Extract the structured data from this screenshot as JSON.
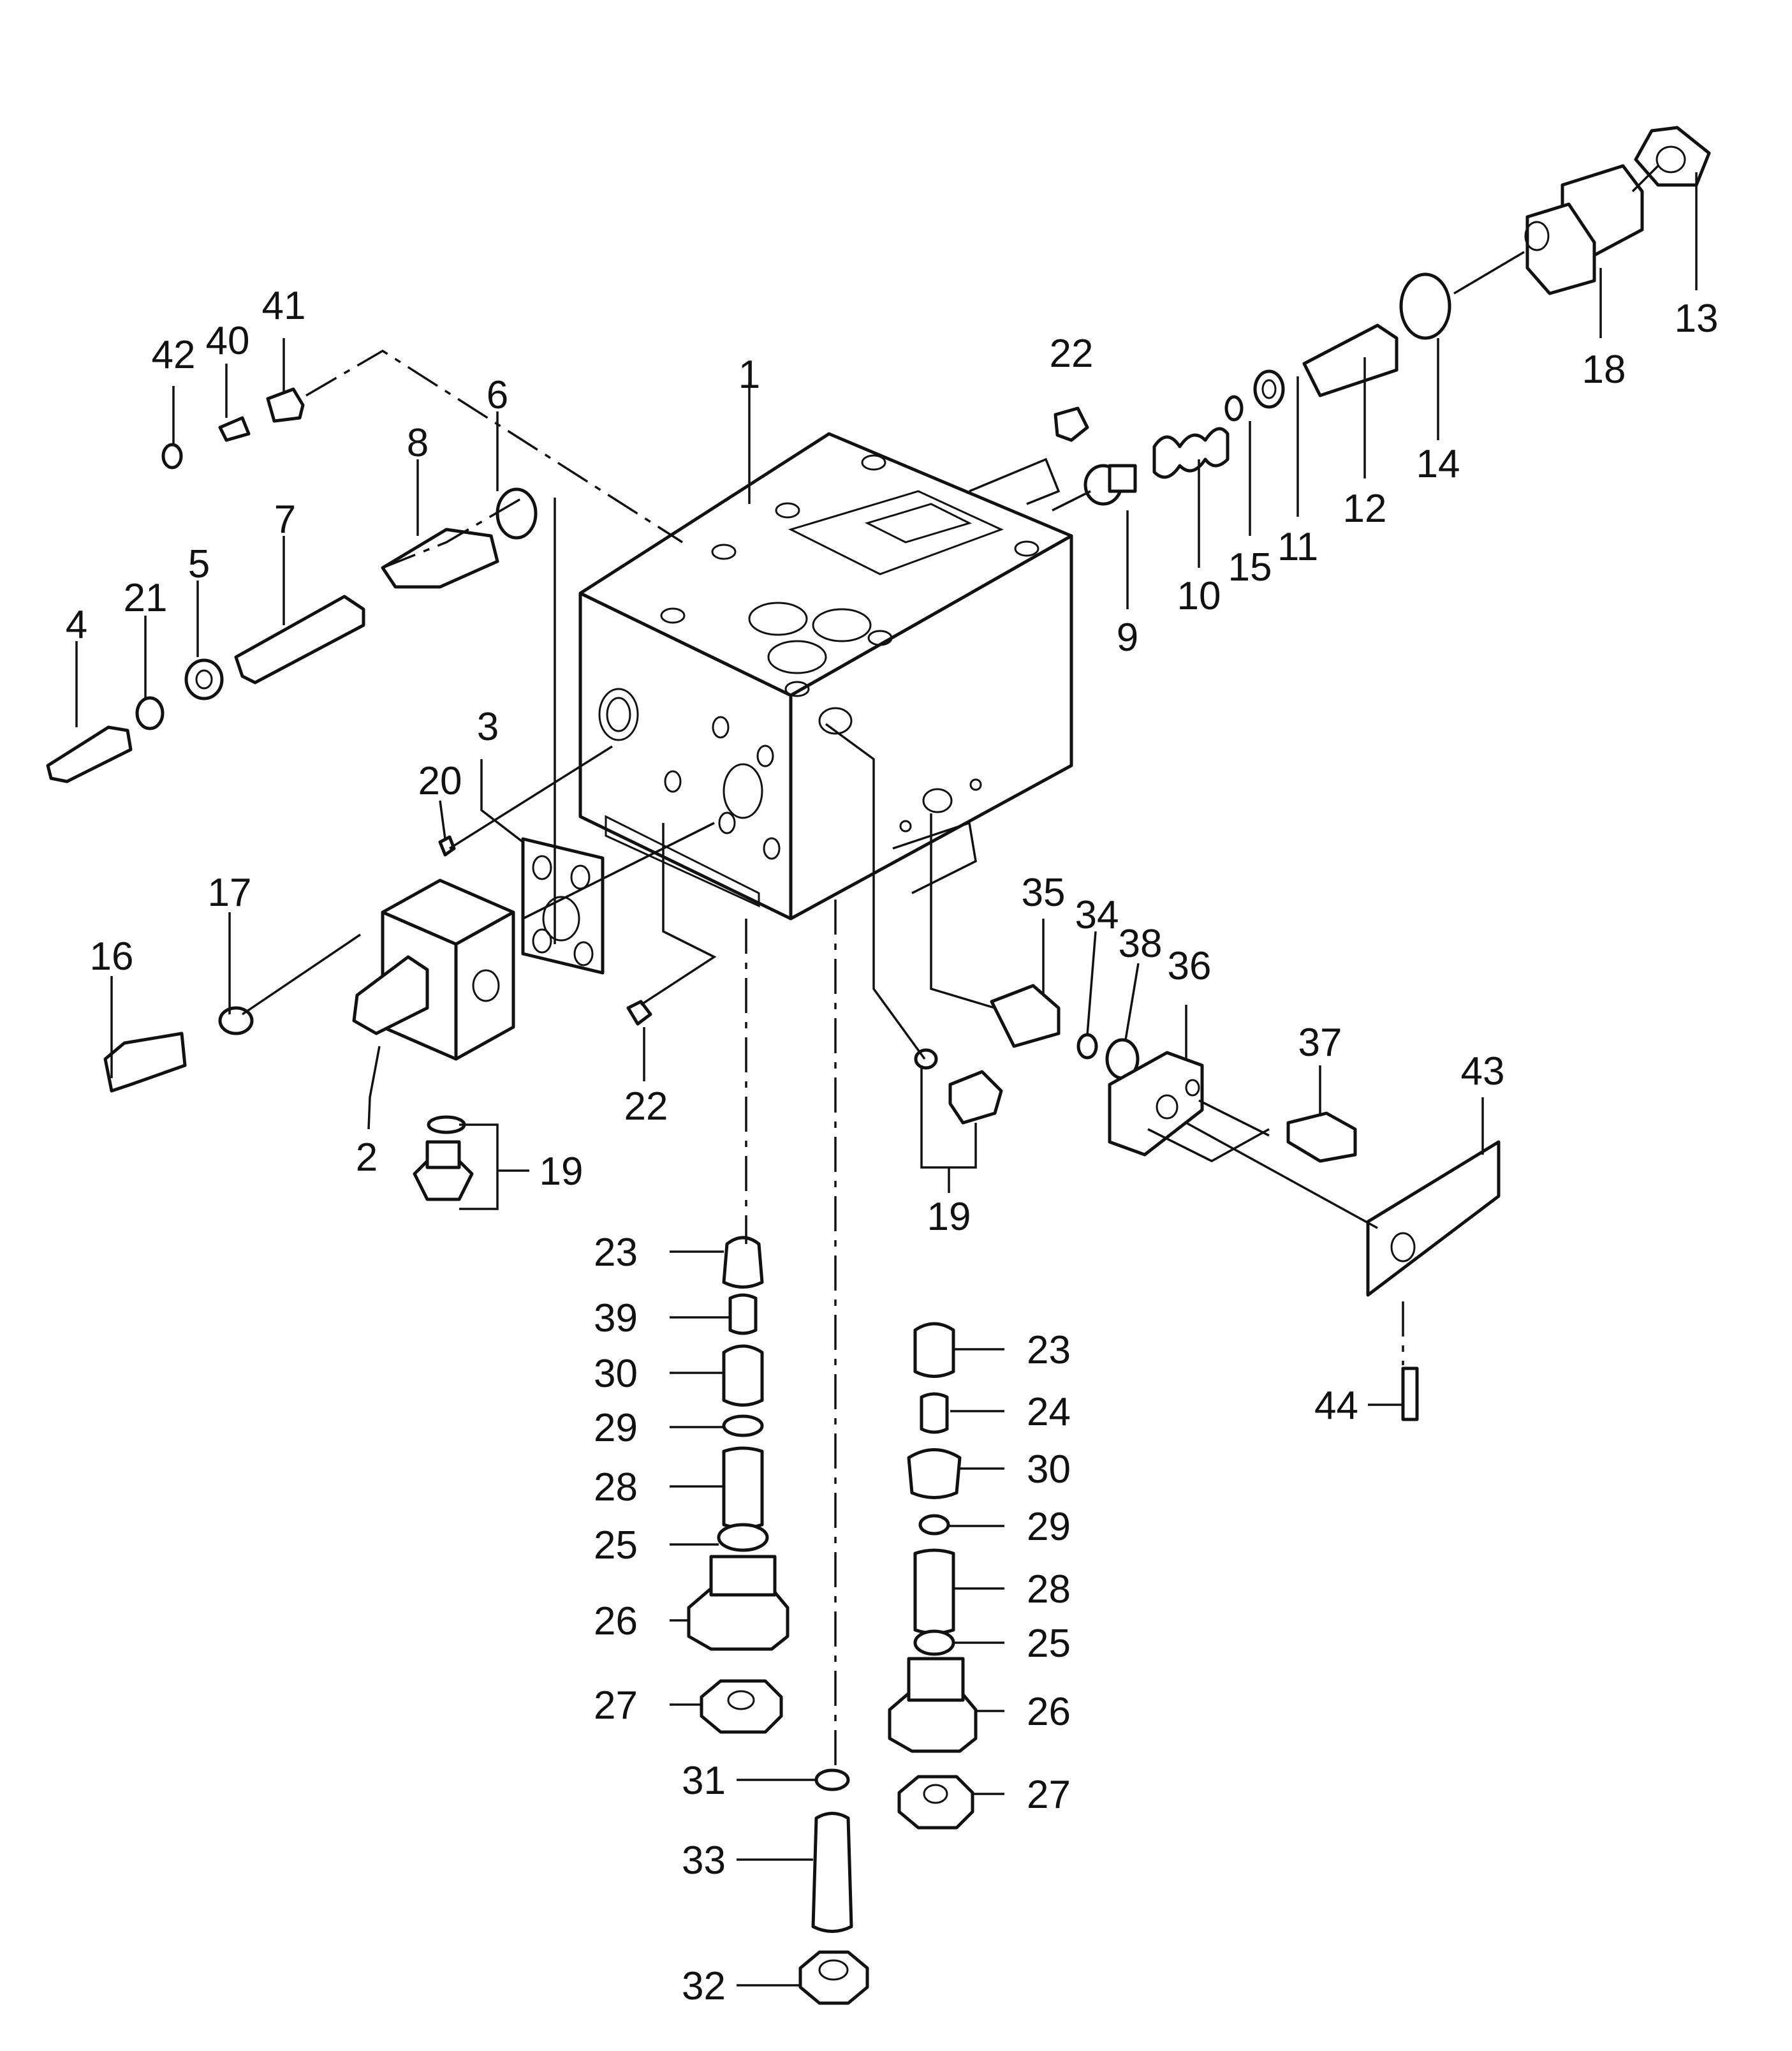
{
  "callouts": [
    {
      "id": "c1",
      "text": "1"
    },
    {
      "id": "c2",
      "text": "2"
    },
    {
      "id": "c3",
      "text": "3"
    },
    {
      "id": "c4",
      "text": "4"
    },
    {
      "id": "c5",
      "text": "5"
    },
    {
      "id": "c6",
      "text": "6"
    },
    {
      "id": "c7",
      "text": "7"
    },
    {
      "id": "c8",
      "text": "8"
    },
    {
      "id": "c9",
      "text": "9"
    },
    {
      "id": "c10",
      "text": "10"
    },
    {
      "id": "c11",
      "text": "11"
    },
    {
      "id": "c12",
      "text": "12"
    },
    {
      "id": "c13",
      "text": "13"
    },
    {
      "id": "c14",
      "text": "14"
    },
    {
      "id": "c15",
      "text": "15"
    },
    {
      "id": "c16",
      "text": "16"
    },
    {
      "id": "c17",
      "text": "17"
    },
    {
      "id": "c18",
      "text": "18"
    },
    {
      "id": "c19a",
      "text": "19"
    },
    {
      "id": "c19b",
      "text": "19"
    },
    {
      "id": "c20",
      "text": "20"
    },
    {
      "id": "c21",
      "text": "21"
    },
    {
      "id": "c22a",
      "text": "22"
    },
    {
      "id": "c22b",
      "text": "22"
    },
    {
      "id": "c23a",
      "text": "23"
    },
    {
      "id": "c23b",
      "text": "23"
    },
    {
      "id": "c24",
      "text": "24"
    },
    {
      "id": "c25a",
      "text": "25"
    },
    {
      "id": "c25b",
      "text": "25"
    },
    {
      "id": "c26a",
      "text": "26"
    },
    {
      "id": "c26b",
      "text": "26"
    },
    {
      "id": "c27a",
      "text": "27"
    },
    {
      "id": "c27b",
      "text": "27"
    },
    {
      "id": "c28a",
      "text": "28"
    },
    {
      "id": "c28b",
      "text": "28"
    },
    {
      "id": "c29a",
      "text": "29"
    },
    {
      "id": "c29b",
      "text": "29"
    },
    {
      "id": "c30a",
      "text": "30"
    },
    {
      "id": "c30b",
      "text": "30"
    },
    {
      "id": "c31",
      "text": "31"
    },
    {
      "id": "c32",
      "text": "32"
    },
    {
      "id": "c33",
      "text": "33"
    },
    {
      "id": "c34",
      "text": "34"
    },
    {
      "id": "c35",
      "text": "35"
    },
    {
      "id": "c36",
      "text": "36"
    },
    {
      "id": "c37",
      "text": "37"
    },
    {
      "id": "c38",
      "text": "38"
    },
    {
      "id": "c39",
      "text": "39"
    },
    {
      "id": "c40",
      "text": "40"
    },
    {
      "id": "c41",
      "text": "41"
    },
    {
      "id": "c42",
      "text": "42"
    },
    {
      "id": "c43",
      "text": "43"
    },
    {
      "id": "c44",
      "text": "44"
    }
  ]
}
